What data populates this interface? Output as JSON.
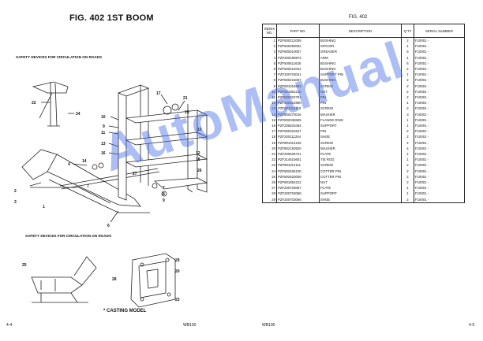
{
  "left_page": {
    "figure_title": "FIG. 402 1ST BOOM",
    "safety_label_top": "SAFETY DEVICES FOR CIRCULATION ON ROADS",
    "safety_label_bottom": "SAFETY DEVICES FOR CIRCULATION ON ROADS",
    "casting_note": "* CASTING MODEL",
    "page_number": "4-4",
    "footer_model": "WB100",
    "callouts": [
      "22",
      "24",
      "17",
      "21",
      "15",
      "10",
      "9",
      "11",
      "13",
      "16",
      "10",
      "12",
      "18",
      "26",
      "4",
      "14",
      "2",
      "3",
      "1",
      "7",
      "27",
      "8",
      "6",
      "7",
      "9",
      "28",
      "29",
      "25",
      "20",
      "23"
    ]
  },
  "right_page": {
    "figure_title": "FIG. 402",
    "page_number": "4-5",
    "footer_model": "WB100",
    "table_headers": {
      "index": "INDEX NO.",
      "part": "PART NO.",
      "description": "DESCRIPTION",
      "qty": "Q'TY",
      "serial": "SERIAL NUMBER"
    },
    "rows": [
      {
        "idx": "1",
        "part": "PZF500212005",
        "desc": "BUSHING",
        "qty": "2",
        "serial": "F10001 -"
      },
      {
        "idx": "2",
        "part": "PZF500250002",
        "desc": "SPACER",
        "qty": "1",
        "serial": "F10001 -"
      },
      {
        "idx": "3",
        "part": "PZF800010007",
        "desc": "GREASER",
        "qty": "5",
        "serial": "F10001 -"
      },
      {
        "idx": "4",
        "part": "PZF200180973",
        "desc": "ARM",
        "qty": "1",
        "serial": "F10001 -"
      },
      {
        "idx": "5",
        "part": "PZF500611625",
        "desc": "BUSHING",
        "qty": "6",
        "serial": "F10001 -"
      },
      {
        "idx": "6",
        "part": "PZF500212024",
        "desc": "BUSHING",
        "qty": "2",
        "serial": "F10001 -"
      },
      {
        "idx": "7",
        "part": "PZF200703041",
        "desc": "SUPPORT PIN",
        "qty": "1",
        "serial": "F10001 -"
      },
      {
        "idx": "8",
        "part": "PZF500216067",
        "desc": "BUSHING",
        "qty": "2",
        "serial": "F10001 -"
      },
      {
        "idx": "9",
        "part": "PZF801015583",
        "desc": "SCREW",
        "qty": "2",
        "serial": "F10001 -"
      },
      {
        "idx": "10",
        "part": "PZF801852210",
        "desc": "NUT",
        "qty": "2",
        "serial": "F10001 -"
      },
      {
        "idx": "11",
        "part": "PZF500322701",
        "desc": "PIN",
        "qty": "2",
        "serial": "F10001 -"
      },
      {
        "idx": "12",
        "part": "PZF500322800",
        "desc": "PIN",
        "qty": "1",
        "serial": "F10001 -"
      },
      {
        "idx": "13",
        "part": "PZF801014110",
        "desc": "SCREW",
        "qty": "2",
        "serial": "F10001 -"
      },
      {
        "idx": "14",
        "part": "PZF800270016",
        "desc": "WASHER",
        "qty": "3",
        "serial": "F10001 -"
      },
      {
        "idx": "15",
        "part": "PZF802036505",
        "desc": "FLANGE RING",
        "qty": "1",
        "serial": "F10001 -"
      },
      {
        "idx": "16",
        "part": "PZF205531084",
        "desc": "SUPPORT",
        "qty": "1",
        "serial": "F10001 -"
      },
      {
        "idx": "17",
        "part": "PZF500322647",
        "desc": "PIN",
        "qty": "2",
        "serial": "F10001 -"
      },
      {
        "idx": "18",
        "part": "PZF200111254",
        "desc": "SHOE",
        "qty": "2",
        "serial": "F10001 -"
      },
      {
        "idx": "19",
        "part": "PZF801014246",
        "desc": "SCREW",
        "qty": "4",
        "serial": "F10001 -"
      },
      {
        "idx": "20",
        "part": "PZF802150520",
        "desc": "WASHER",
        "qty": "4",
        "serial": "F10001 -"
      },
      {
        "idx": "21",
        "part": "PZF200536721",
        "desc": "PLATE",
        "qty": "1",
        "serial": "F10001 -"
      },
      {
        "idx": "22",
        "part": "PZF314515601",
        "desc": "TIE ROD",
        "qty": "1",
        "serial": "F10001 -"
      },
      {
        "idx": "23",
        "part": "PZF801014111",
        "desc": "SCREW",
        "qty": "2",
        "serial": "F10001 -"
      },
      {
        "idx": "24",
        "part": "PZF802636100",
        "desc": "COTTER PIN",
        "qty": "2",
        "serial": "F10001 -"
      },
      {
        "idx": "25",
        "part": "PZF802620009",
        "desc": "COTTER PIN",
        "qty": "2",
        "serial": "F10001 -"
      },
      {
        "idx": "26",
        "part": "PZF801852212",
        "desc": "NUT",
        "qty": "2",
        "serial": "F10001 -"
      },
      {
        "idx": "27",
        "part": "PZF200703067",
        "desc": "PLATE",
        "qty": "1",
        "serial": "F10001 -"
      },
      {
        "idx": "28",
        "part": "PZF200703068",
        "desc": "SUPPORT",
        "qty": "1",
        "serial": "F10001 -"
      },
      {
        "idx": "29",
        "part": "PZF200703066",
        "desc": "SHOE",
        "qty": "2",
        "serial": "F10001 -"
      }
    ]
  },
  "watermark": "AutoManual"
}
